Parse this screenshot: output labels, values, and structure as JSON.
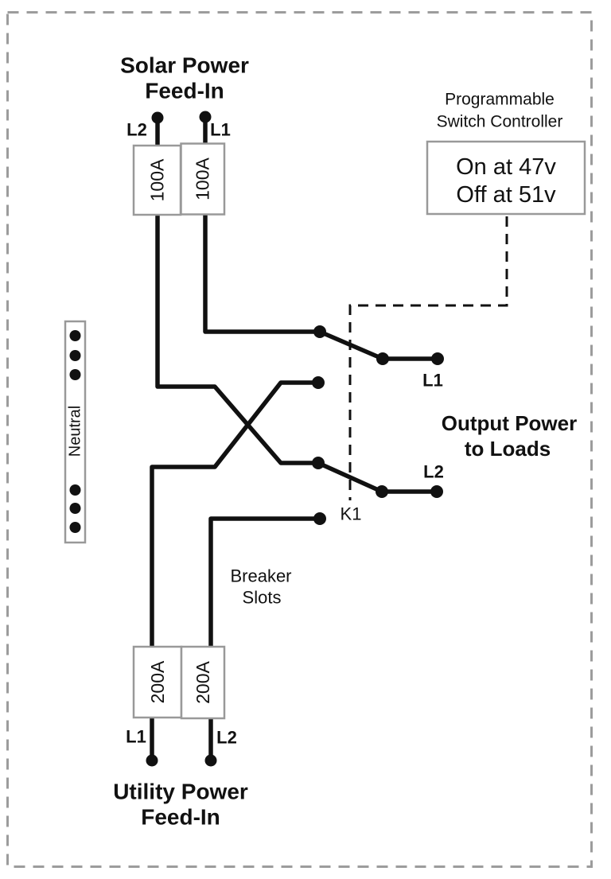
{
  "colors": {
    "wire": "#111111",
    "box_border": "#999999",
    "outer_border": "#9c9c9c",
    "background": "#ffffff"
  },
  "solar": {
    "title_line1": "Solar Power",
    "title_line2": "Feed-In",
    "l2_label": "L2",
    "l1_label": "L1",
    "breaker_l2": "100A",
    "breaker_l1": "100A"
  },
  "controller": {
    "title_line1": "Programmable",
    "title_line2": "Switch Controller",
    "setting_line1": "On at 47v",
    "setting_line2": "Off at 51v"
  },
  "neutral": {
    "label": "Neutral"
  },
  "output": {
    "l1_label": "L1",
    "l2_label": "L2",
    "title_line1": "Output Power",
    "title_line2": "to Loads"
  },
  "relay": {
    "label": "K1"
  },
  "breaker_slots": {
    "line1": "Breaker",
    "line2": "Slots"
  },
  "utility": {
    "title_line1": "Utility Power",
    "title_line2": "Feed-In",
    "l1_label": "L1",
    "l2_label": "L2",
    "breaker_l1": "200A",
    "breaker_l2": "200A"
  }
}
